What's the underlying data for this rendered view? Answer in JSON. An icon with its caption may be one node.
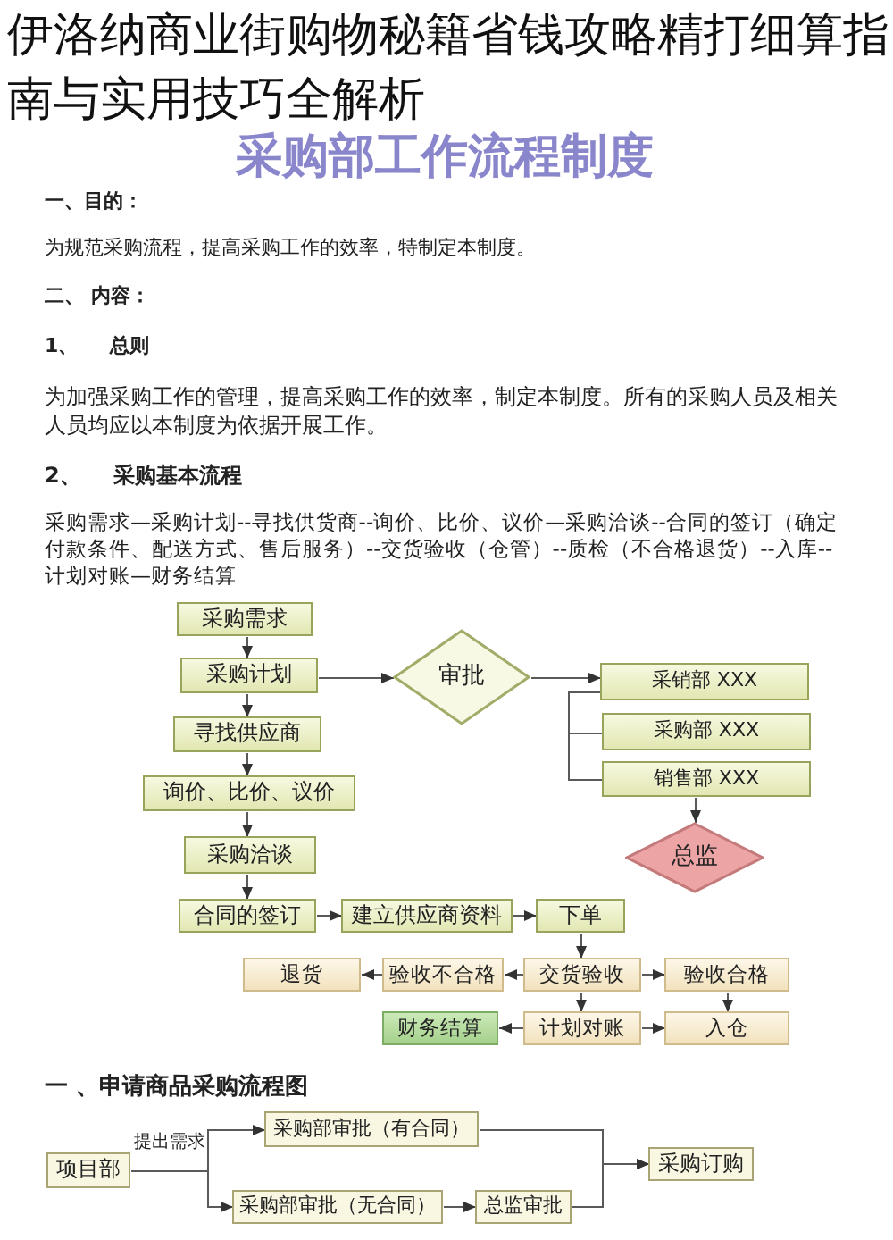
{
  "diagram": {
    "title": "伊洛纳商业街购物秘籍省钱攻略精打细算指南与实用技巧全解析",
    "nodes": [
      {
        "text": [
          "采购需求"
        ]
      },
      {
        "text": [
          "采购计划"
        ]
      },
      {
        "text": [
          "审批"
        ]
      },
      {
        "text": [
          "采销部 XXX"
        ]
      },
      {
        "text": [
          "寻找供应商"
        ]
      },
      {
        "text": [
          "采购部 XXX"
        ]
      },
      {
        "text": [
          "销售部 XXX"
        ]
      },
      {
        "text": [
          "询价、比价、议价"
        ]
      },
      {
        "text": [
          "总监"
        ]
      },
      {
        "text": [
          "采购洽谈"
        ]
      },
      {
        "text": [
          "合同的签订"
        ]
      },
      {
        "text": [
          "建立供应商资料"
        ]
      },
      {
        "text": [
          "下单"
        ]
      },
      {
        "text": [
          "退货"
        ]
      },
      {
        "text": [
          "验收不合格"
        ]
      },
      {
        "text": [
          "交货验收"
        ]
      },
      {
        "text": [
          "验收合格"
        ]
      },
      {
        "text": [
          "财务结算"
        ]
      },
      {
        "text": [
          "计划对账"
        ]
      },
      {
        "text": [
          "入仓"
        ]
      },
      {
        "text": [
          "项目部"
        ]
      },
      {
        "text": [
          "采购部审批（有合同）"
        ]
      },
      {
        "text": [
          "采购部审批（无合同）"
        ]
      },
      {
        "text": [
          "总监审批"
        ]
      },
      {
        "text": [
          "采购订购"
        ]
      }
    ],
    "edges": [
      {
        "from": 0,
        "to": 1,
        "arrow": "to"
      },
      {
        "from": 1,
        "to": 2,
        "arrow": "to"
      },
      {
        "from": 2,
        "to": 3,
        "arrow": "to"
      },
      {
        "from": 3,
        "to": 5,
        "arrow": "none"
      },
      {
        "from": 3,
        "to": 6,
        "arrow": "none"
      },
      {
        "from": 1,
        "to": 4,
        "arrow": "to"
      },
      {
        "from": 4,
        "to": 7,
        "arrow": "to"
      },
      {
        "from": 6,
        "to": 8,
        "arrow": "to"
      },
      {
        "from": 7,
        "to": 9,
        "arrow": "to"
      },
      {
        "from": 9,
        "to": 10,
        "arrow": "to"
      },
      {
        "from": 10,
        "to": 11,
        "arrow": "to"
      },
      {
        "from": 11,
        "to": 12,
        "arrow": "to"
      },
      {
        "from": 12,
        "to": 15,
        "arrow": "to"
      },
      {
        "from": 15,
        "to": 14,
        "arrow": "to"
      },
      {
        "from": 14,
        "to": 13,
        "arrow": "to"
      },
      {
        "from": 15,
        "to": 16,
        "arrow": "to"
      },
      {
        "from": 15,
        "to": 18,
        "arrow": "to"
      },
      {
        "from": 16,
        "to": 19,
        "arrow": "to"
      },
      {
        "from": 18,
        "to": 17,
        "arrow": "to"
      },
      {
        "from": 18,
        "to": 19,
        "arrow": "to"
      },
      {
        "from": 20,
        "to": 21,
        "arrow": "to",
        "label": "提出需求"
      },
      {
        "from": 20,
        "to": 22,
        "arrow": "to"
      },
      {
        "from": 22,
        "to": 23,
        "arrow": "to"
      },
      {
        "from": 21,
        "to": 24,
        "arrow": "to"
      },
      {
        "from": 23,
        "to": 24,
        "arrow": "to"
      }
    ],
    "labels": [
      "采购部工作流程制度",
      "一、目的：",
      "为规范采购流程，提高采购工作的效率，特制定本制度。",
      "二、 内容：",
      "1、 总则",
      "为加强采购工作的管理，提高采购工作的效率，制定本制度。所有的采购人员及相关人员均应以本制度为依据开展工作。",
      "2、 采购基本流程",
      "采购需求—采购计划--寻找供货商--询价、比价、议价—采购洽谈--合同的签订（确定付款条件、配送方式、售后服务）--交货验收（仓管）--质检（不合格退货）--入库--计划对账—财务结算",
      "一 、申请商品采购流程图"
    ]
  }
}
